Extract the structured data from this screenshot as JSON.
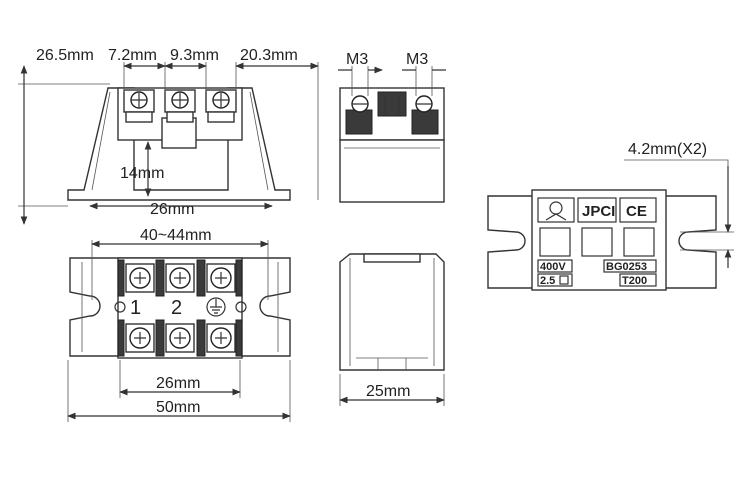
{
  "dimensions": {
    "side_total_height": "26.5mm",
    "terminal_pitch_1": "7.2mm",
    "terminal_pitch_2": "9.3mm",
    "side_right_offset": "20.3mm",
    "block_height": "14mm",
    "side_base_width": "26mm",
    "top_mount_span": "40~44mm",
    "top_inner_width": "26mm",
    "top_total_width": "50mm",
    "front_depth": "25mm",
    "screw_size_left": "M3",
    "screw_size_right": "M3",
    "slot_width": "4.2mm(X2)"
  },
  "terminals": {
    "label_1": "1",
    "label_2": "2"
  },
  "product_markings": {
    "brand": "JPCI",
    "certification": "CE",
    "voltage": "400V",
    "wire_size": "2.5",
    "model": "BG0253",
    "temperature": "T200"
  },
  "colors": {
    "line": "#333333",
    "fill_dark": "#3a3a3a",
    "background": "#ffffff"
  }
}
